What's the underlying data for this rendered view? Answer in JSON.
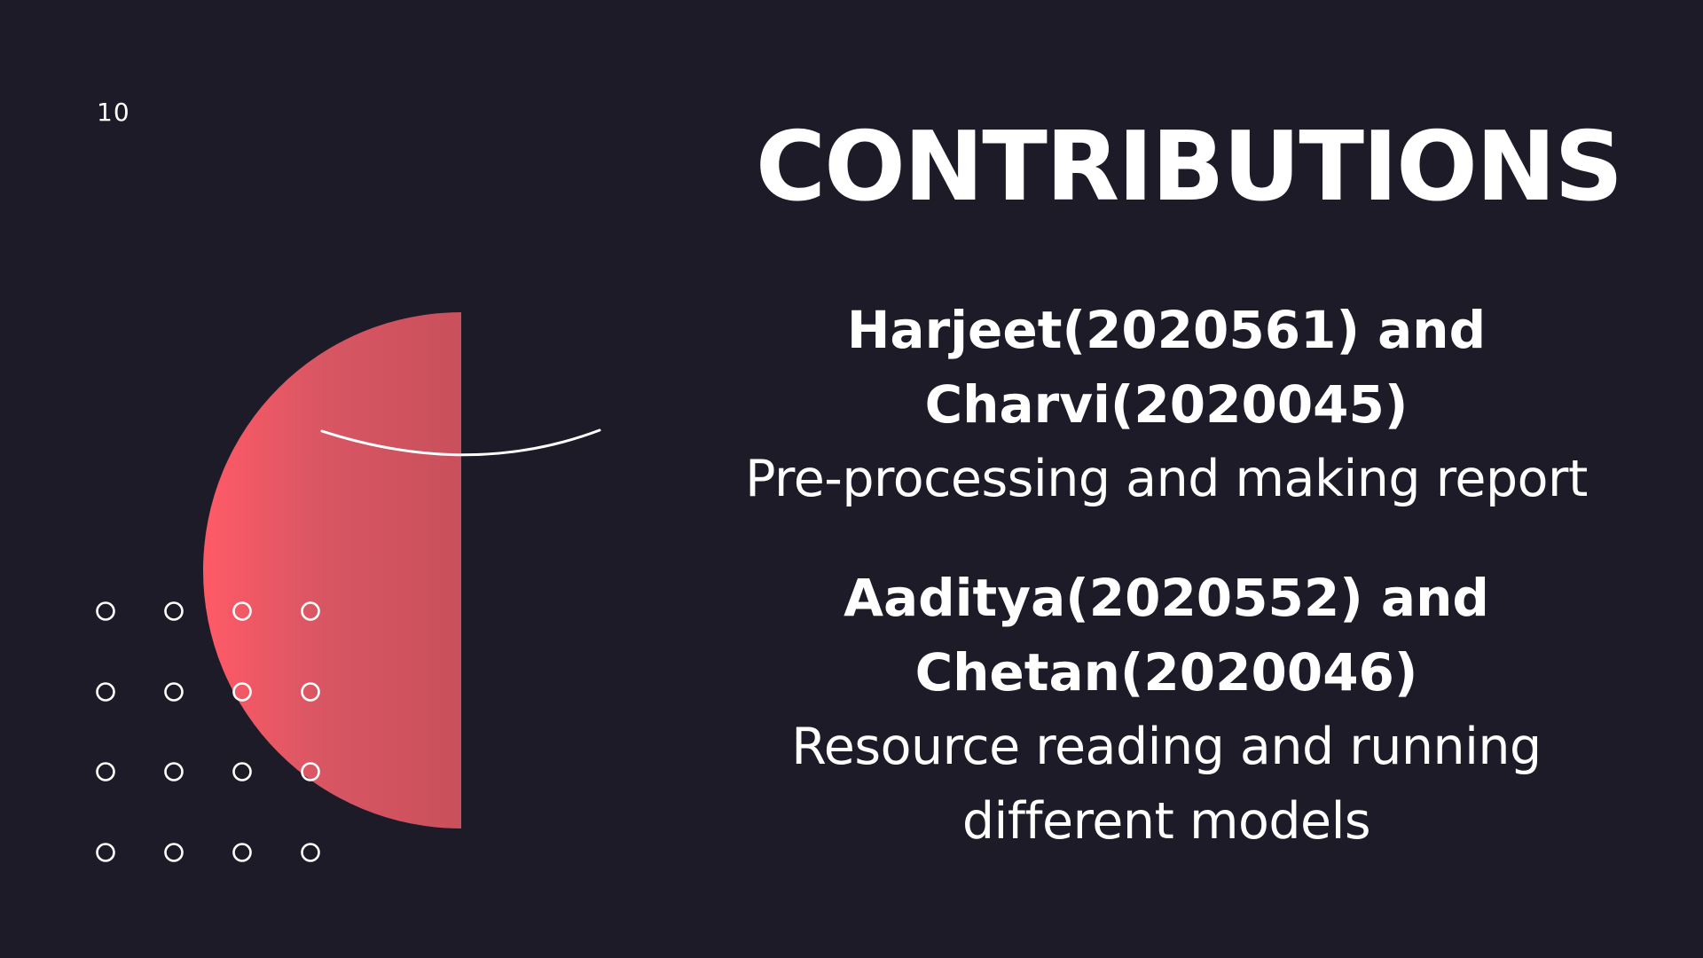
{
  "slide": {
    "number": "10",
    "title": "CONTRIBUTIONS"
  },
  "contributions": [
    {
      "names_line1": "Harjeet(2020561) and",
      "names_line2": "Charvi(2020045)",
      "task_line1": "Pre-processing and making report",
      "task_line2": ""
    },
    {
      "names_line1": "Aaditya(2020552) and",
      "names_line2": "Chetan(2020046)",
      "task_line1": "Resource reading and running",
      "task_line2": "different models"
    }
  ],
  "colors": {
    "background": "#1c1b27",
    "accent_light": "#ff5a66",
    "accent_dark": "#c9505c",
    "text": "#ffffff"
  }
}
